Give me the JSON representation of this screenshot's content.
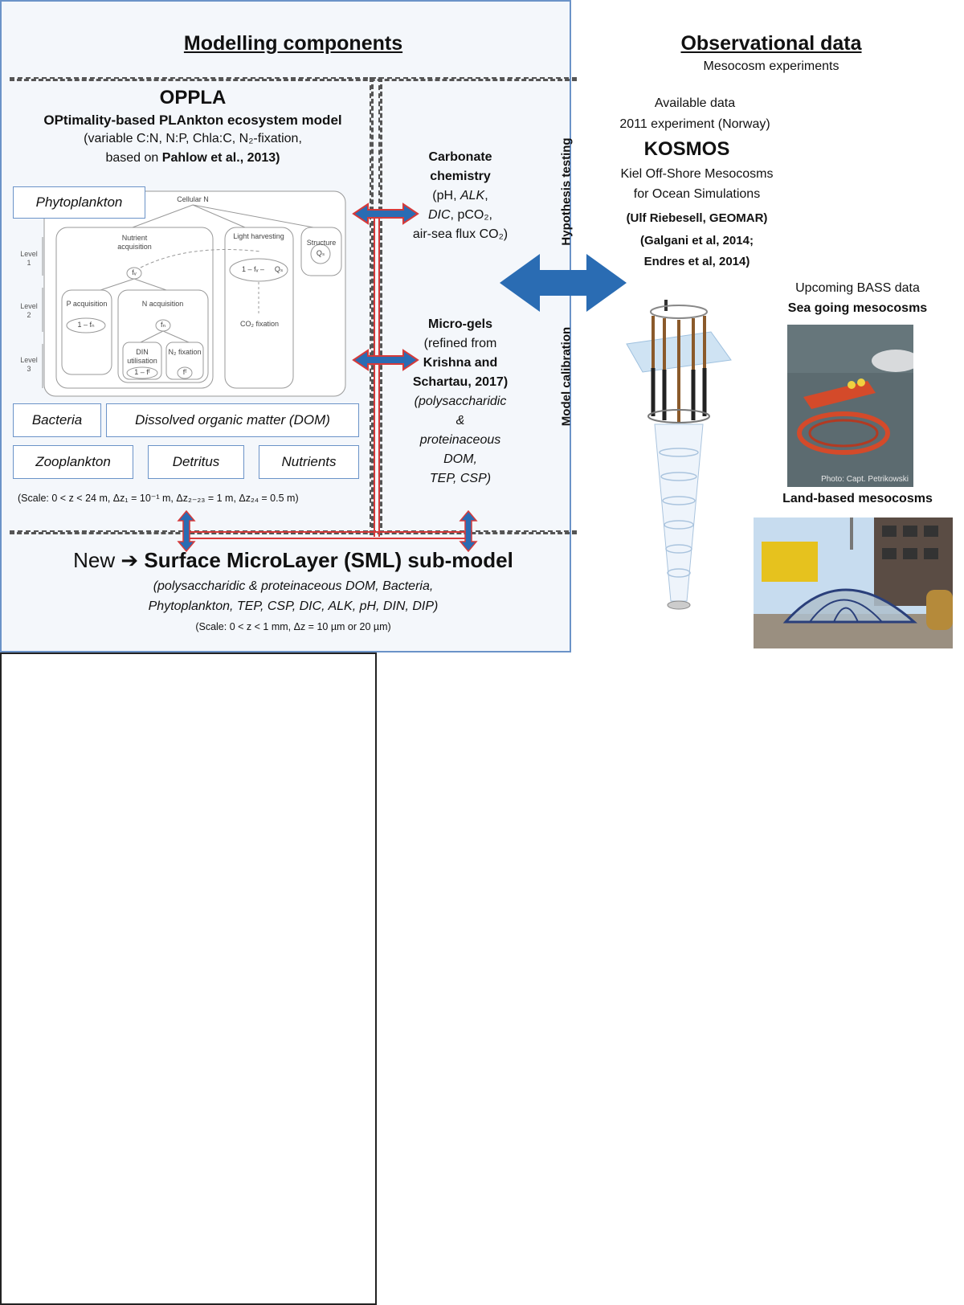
{
  "left": {
    "title": "Modelling components",
    "oppla_title": "OPPLA",
    "oppla_subtitle": "OPtimality-based PLAnkton ecosystem model",
    "oppla_detail_1": "(variable C:N, N:P, Chla:C, N₂-fixation,",
    "oppla_detail_2_pre": "based on",
    "oppla_detail_2_bold": "Pahlow et al., 2013)",
    "boxes": {
      "phytoplankton": "Phytoplankton",
      "bacteria": "Bacteria",
      "dom": "Dissolved organic matter (DOM)",
      "zooplankton": "Zooplankton",
      "detritus": "Detritus",
      "nutrients": "Nutrients"
    },
    "hierarchy": {
      "root": "Cellular N",
      "nutrient_acq": "Nutrient acquisition",
      "light_harv": "Light harvesting",
      "structure": "Structure",
      "p_acq": "P acquisition",
      "n_acq": "N acquisition",
      "din_util": "DIN utilisation",
      "n2_fix": "N₂ fixation",
      "co2_fix": "CO₂ fixation",
      "level1": "Level 1",
      "level2": "Level 2",
      "level3": "Level 3",
      "fv": "fᵥ",
      "one_minus_fn": "1 – fₙ",
      "fn": "fₙ",
      "one_minus_ff": "1 – fᶠ",
      "ff": "fᶠ",
      "q_s": "Qₛ",
      "one_minus_fv": "1 – fᵥ –"
    },
    "scale_note": "(Scale: 0 < z < 24 m, Δz₁ = 10⁻¹ m, Δz₂₋₂₃ = 1 m, Δz₂₄ = 0.5 m)",
    "carbonate": {
      "title_1": "Carbonate",
      "title_2": "chemistry",
      "line1_pre": "(pH,",
      "line1_it": "ALK",
      "line1_post": ",",
      "line2_it": "DIC",
      "line2_post": ", pCO₂,",
      "line3": "air-sea flux CO₂)"
    },
    "microgels": {
      "title": "Micro-gels",
      "line1": "(refined from",
      "line2": "Krishna and",
      "line3": "Schartau, 2017)",
      "line4": "(polysaccharidic",
      "line5": "&",
      "line6": "proteinaceous",
      "line7": "DOM,",
      "line8": "TEP, CSP)"
    },
    "vertical_labels": {
      "hypothesis": "Hypothesis testing",
      "calibration": "Model calibration"
    },
    "sml": {
      "new": "New",
      "arrow": "➔",
      "title": "Surface MicroLayer (SML) sub-model",
      "line1": "(polysaccharidic & proteinaceous DOM, Bacteria,",
      "line2": "Phytoplankton, TEP, CSP, DIC, ALK, pH, DIN, DIP)",
      "scale": "(Scale: 0 < z < 1 mm, Δz = 10 µm or 20 µm)"
    }
  },
  "right": {
    "title": "Observational data",
    "subtitle": "Mesocosm experiments",
    "available_1": "Available data",
    "available_2": "2011 experiment (Norway)",
    "kosmos": "KOSMOS",
    "kosmos_1": "Kiel Off-Shore Mesocosms",
    "kosmos_2": "for Ocean Simulations",
    "ref_1": "(Ulf Riebesell, GEOMAR)",
    "ref_2": "(Galgani et al, 2014;",
    "ref_3": "Endres et al, 2014)",
    "upcoming": "Upcoming BASS data",
    "sea_going": "Sea going mesocosms",
    "photo_credit": "Photo: Capt. Petrikowski",
    "land_based": "Land-based mesocosms"
  },
  "colors": {
    "arrow_blue": "#2a6cb3",
    "arrow_red": "#d63a3a",
    "panel_border": "#6b93c8"
  }
}
